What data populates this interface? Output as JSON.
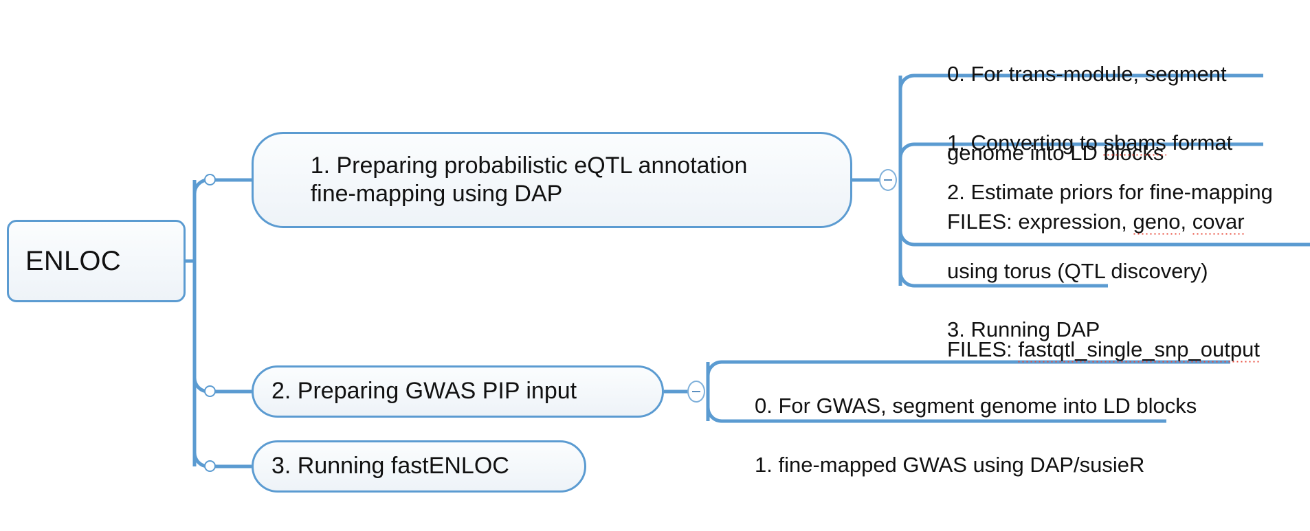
{
  "diagram": {
    "type": "mind-map",
    "title": "ENLOC workflow mind map",
    "accent_color": "#5b9bd1",
    "node_fill": "#eef3f8",
    "text_color": "#111111",
    "spellcheck_color": "#e8493a",
    "background": "#ffffff"
  },
  "root": {
    "label": "ENLOC"
  },
  "branches": [
    {
      "id": "branch-1",
      "label_line_1": "1. Preparing probabilistic eQTL annotation",
      "label_line_2": "fine-mapping using DAP",
      "toggle": "collapse-minus",
      "children": [
        {
          "id": "leaf-1-0",
          "line_1": "0. For trans-module, segment",
          "line_2": "genome into LD blocks",
          "misspelled": []
        },
        {
          "id": "leaf-1-1",
          "line_1_pre": "1. Converting to ",
          "line_1_mis": "sbams",
          "line_1_post": " format",
          "line_2_pre": "FILES: expression, ",
          "line_2_mis_a": "geno",
          "line_2_mid": ", ",
          "line_2_mis_b": "covar",
          "misspelled": [
            "sbams",
            "geno",
            "covar"
          ]
        },
        {
          "id": "leaf-1-2",
          "line_1": "2. Estimate priors for fine-mapping",
          "line_2": "using torus (QTL discovery)",
          "line_3_pre": "FILES: ",
          "line_3_mis": "fastqtl_single_snp_output",
          "misspelled": [
            "fastqtl_single_snp_output"
          ]
        },
        {
          "id": "leaf-1-3",
          "line_1": "3. Running DAP",
          "misspelled": []
        }
      ]
    },
    {
      "id": "branch-2",
      "label_line_1": "2. Preparing GWAS PIP input",
      "toggle": "collapse-minus",
      "children": [
        {
          "id": "leaf-2-0",
          "line_1": "0. For GWAS, segment genome into LD blocks",
          "misspelled": []
        },
        {
          "id": "leaf-2-1",
          "line_1": "1. fine-mapped GWAS using DAP/susieR",
          "misspelled": []
        }
      ]
    },
    {
      "id": "branch-3",
      "label_line_1": "3. Running fastENLOC",
      "children": []
    }
  ]
}
